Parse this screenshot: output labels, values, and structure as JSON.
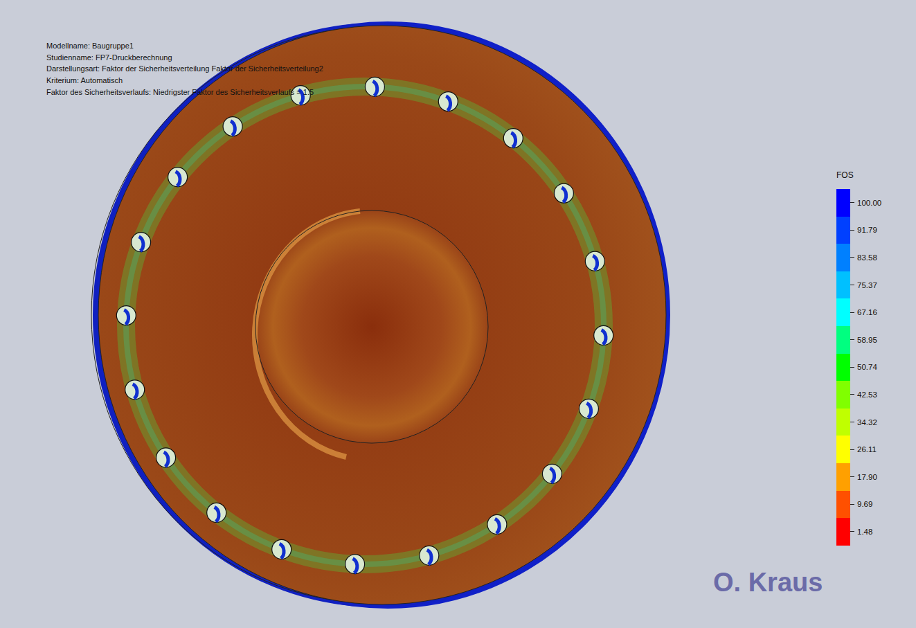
{
  "diagram": {
    "labels": [
      "Modellname: Baugruppe1",
      "Studienname: FP7-Druckberechnung",
      "Darstellungsart: Faktor der Sicherheitsverteilung Faktor der Sicherheitsverteilung2",
      "Kriterium: Automatisch",
      "Faktor des Sicherheitsverlaufs: Niedrigster Faktor des Sicherheitsverlaufs = 1.5",
      "FOS",
      "O. Kraus"
    ],
    "legend": [
      {
        "text": "100.00",
        "color": "#0000ff"
      },
      {
        "text": "91.79",
        "color": "#0040ff"
      },
      {
        "text": "83.58",
        "color": "#0080ff"
      },
      {
        "text": "75.37",
        "color": "#00c0ff"
      },
      {
        "text": "67.16",
        "color": "#00ffff"
      },
      {
        "text": "58.95",
        "color": "#00ff80"
      },
      {
        "text": "50.74",
        "color": "#00ff00"
      },
      {
        "text": "42.53",
        "color": "#80ff00"
      },
      {
        "text": "34.32",
        "color": "#c0ff00"
      },
      {
        "text": "26.11",
        "color": "#ffff00"
      },
      {
        "text": "17.90",
        "color": "#ffa000"
      },
      {
        "text": "9.69",
        "color": "#ff5000"
      },
      {
        "text": "1.48",
        "color": "#ff0000"
      }
    ]
  }
}
